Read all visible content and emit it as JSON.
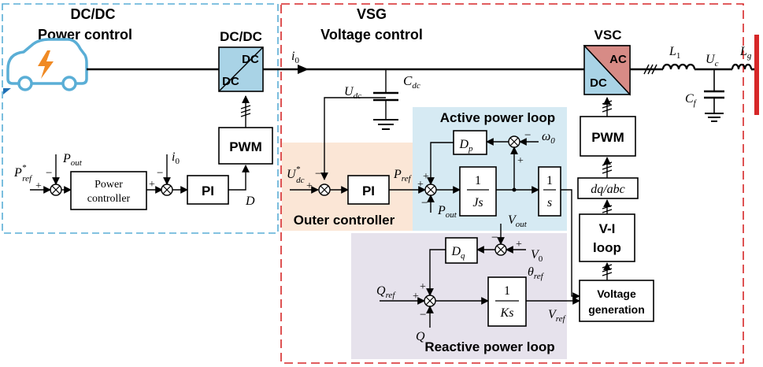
{
  "colors": {
    "dcdc_region_border": "#5aaed6",
    "vsg_region_border": "#d62728",
    "outer_controller_bg": "#fbe6d6",
    "active_loop_bg": "#d6eaf3",
    "reactive_loop_bg": "#e6e2ec",
    "converter_blue": "#a9d3e6",
    "converter_red": "#d78b86",
    "ev_car_blue": "#5aaed6",
    "ev_bolt_orange": "#f08a24",
    "grid_bar_red": "#d62728"
  },
  "regions": {
    "dcdc": {
      "title_line1": "DC/DC",
      "title_line2": "Power control"
    },
    "vsg": {
      "title_line1": "VSG",
      "title_line2": "Voltage control"
    },
    "outer_controller_label": "Outer controller",
    "active_loop_label": "Active power loop",
    "reactive_loop_label": "Reactive power loop"
  },
  "converters": {
    "dcdc": {
      "caption": "DC/DC",
      "top": "DC",
      "bottom": "DC"
    },
    "vsc": {
      "caption": "VSC",
      "top": "AC",
      "bottom": "DC"
    }
  },
  "blocks": {
    "power_controller_line1": "Power",
    "power_controller_line2": "controller",
    "pi_left": "PI",
    "pwm_left": "PWM",
    "pi_outer": "PI",
    "dp": "D",
    "dp_sub": "p",
    "dq": "D",
    "dq_sub": "q",
    "one_over_js_num": "1",
    "one_over_js_den": "Js",
    "one_over_s_num": "1",
    "one_over_s_den": "s",
    "one_over_ks_num": "1",
    "one_over_ks_den": "Ks",
    "pwm_right": "PWM",
    "dq_abc": "dq/abc",
    "vi_loop_line1": "V-I",
    "vi_loop_line2": "loop",
    "voltage_gen_line1": "Voltage",
    "voltage_gen_line2": "generation"
  },
  "signals": {
    "p_ref_star": "P",
    "p_ref_star_sub": "ref",
    "p_ref_star_sup": "*",
    "p_out_left": "P",
    "p_out_left_sub": "out",
    "i0_left": "i",
    "i0_left_sub": "0",
    "d_signal": "D",
    "i0_bus": "i",
    "i0_bus_sub": "0",
    "udc": "U",
    "udc_sub": "dc",
    "cdc": "C",
    "cdc_sub": "dc",
    "udc_star": "U",
    "udc_star_sub": "dc",
    "udc_star_sup": "*",
    "p_ref": "P",
    "p_ref_sub": "ref",
    "p_out_right": "P",
    "p_out_right_sub": "out",
    "omega0": "ω",
    "omega0_sub": "0",
    "v_out": "V",
    "v_out_sub": "out",
    "v0": "V",
    "v0_sub": "0",
    "theta_ref": "θ",
    "theta_ref_sub": "ref",
    "q_ref": "Q",
    "q_ref_sub": "ref",
    "q_signal": "Q",
    "v_ref": "V",
    "v_ref_sub": "ref",
    "l1": "L",
    "l1_sub": "1",
    "uc": "U",
    "uc_sub": "c",
    "lg": "L",
    "lg_sub": "g",
    "cf": "C",
    "cf_sub": "f"
  },
  "signs": {
    "plus": "+",
    "minus": "−"
  }
}
